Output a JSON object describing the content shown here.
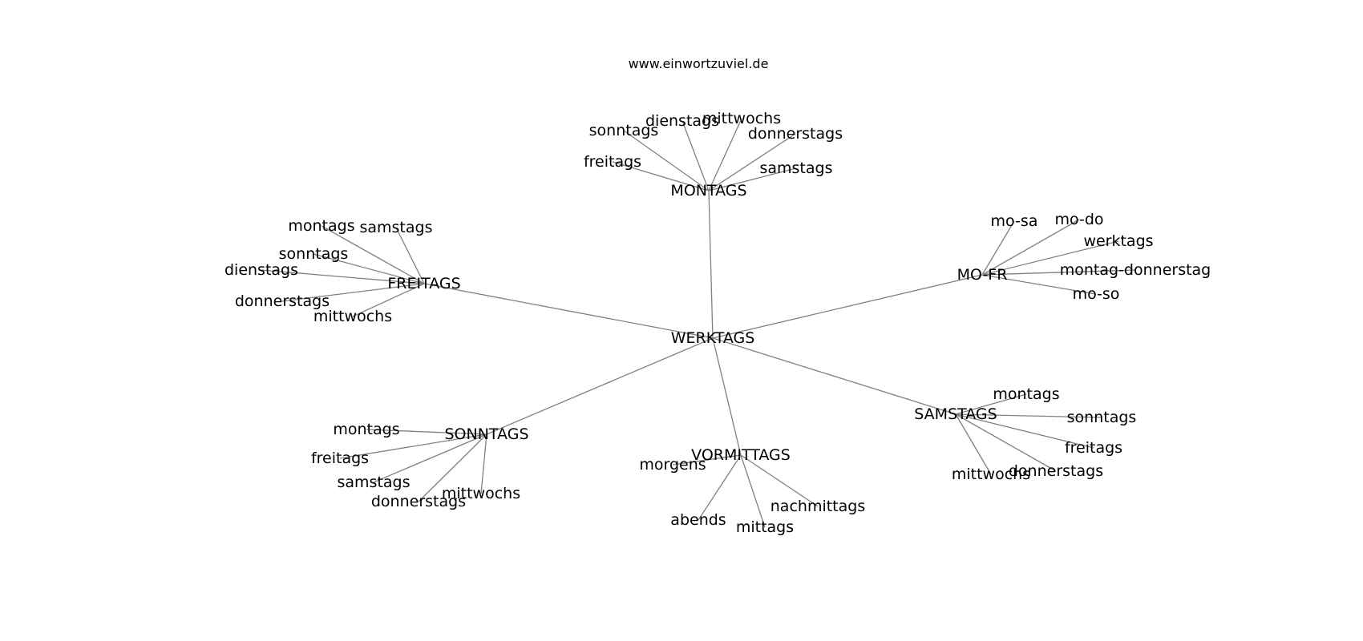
{
  "source": "www.einwortzuviel.de",
  "colors": {
    "edge": "#808080",
    "label": "#000000",
    "background": "#ffffff"
  },
  "graph": {
    "center": "WERKTAGS",
    "clusters": [
      {
        "label": "MONTAGS",
        "leaves": [
          "sonntags",
          "dienstags",
          "mittwochs",
          "donnerstags",
          "freitags",
          "samstags"
        ]
      },
      {
        "label": "FREITAGS",
        "leaves": [
          "montags",
          "samstags",
          "sonntags",
          "dienstags",
          "donnerstags",
          "mittwochs"
        ]
      },
      {
        "label": "MO-FR",
        "leaves": [
          "mo-sa",
          "mo-do",
          "werktags",
          "montag-donnerstag",
          "mo-so"
        ]
      },
      {
        "label": "SONNTAGS",
        "leaves": [
          "montags",
          "freitags",
          "samstags",
          "donnerstags",
          "mittwochs"
        ]
      },
      {
        "label": "VORMITTAGS",
        "leaves": [
          "morgens",
          "abends",
          "mittags",
          "nachmittags"
        ]
      },
      {
        "label": "SAMSTAGS",
        "leaves": [
          "montags",
          "sonntags",
          "freitags",
          "mittwochs",
          "donnerstags"
        ]
      }
    ]
  }
}
